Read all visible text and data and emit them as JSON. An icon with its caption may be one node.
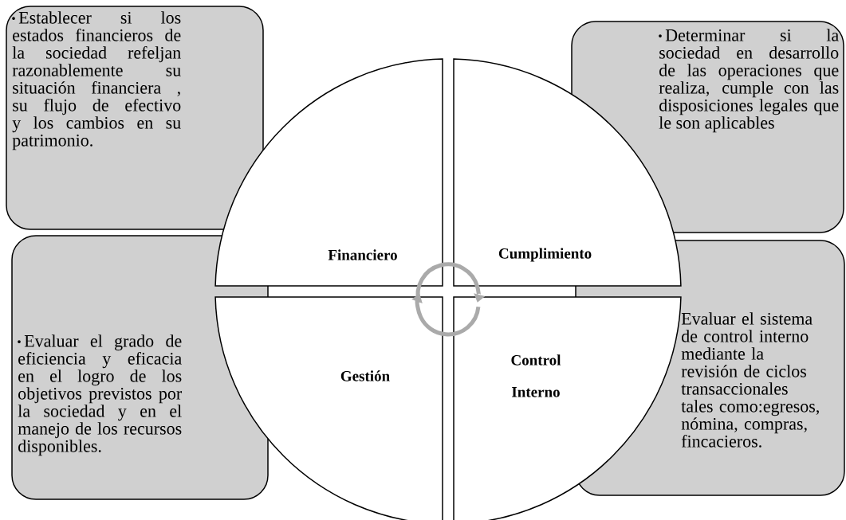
{
  "diagram": {
    "nodes": [
      {
        "text": [
          "Establecer si los estados financieros de la sociedad refeljan razonablemente su situación financiera , su flujo de efectivo y los cambios en su patrimonio."
        ]
      },
      {
        "text": [
          "Determinar si la sociedad en desarrollo de las operaciones que realiza, cumple con las disposiciones legales que le son aplicables"
        ]
      },
      {
        "text": [
          "Financiero"
        ]
      },
      {
        "text": [
          "Cumplimiento"
        ]
      },
      {
        "text": [
          "Evaluar el grado de eficiencia y eficacia en el logro de los objetivos previstos por la sociedad y en el manejo de los recursos disponibles."
        ]
      },
      {
        "text": [
          "Evaluar el sistema de control interno mediante la revisión de ciclos transaccionales tales como:egresos, nómina, compras, fincacieros."
        ]
      },
      {
        "text": [
          "Gestión"
        ]
      },
      {
        "text": [
          "Control Interno"
        ]
      }
    ]
  }
}
